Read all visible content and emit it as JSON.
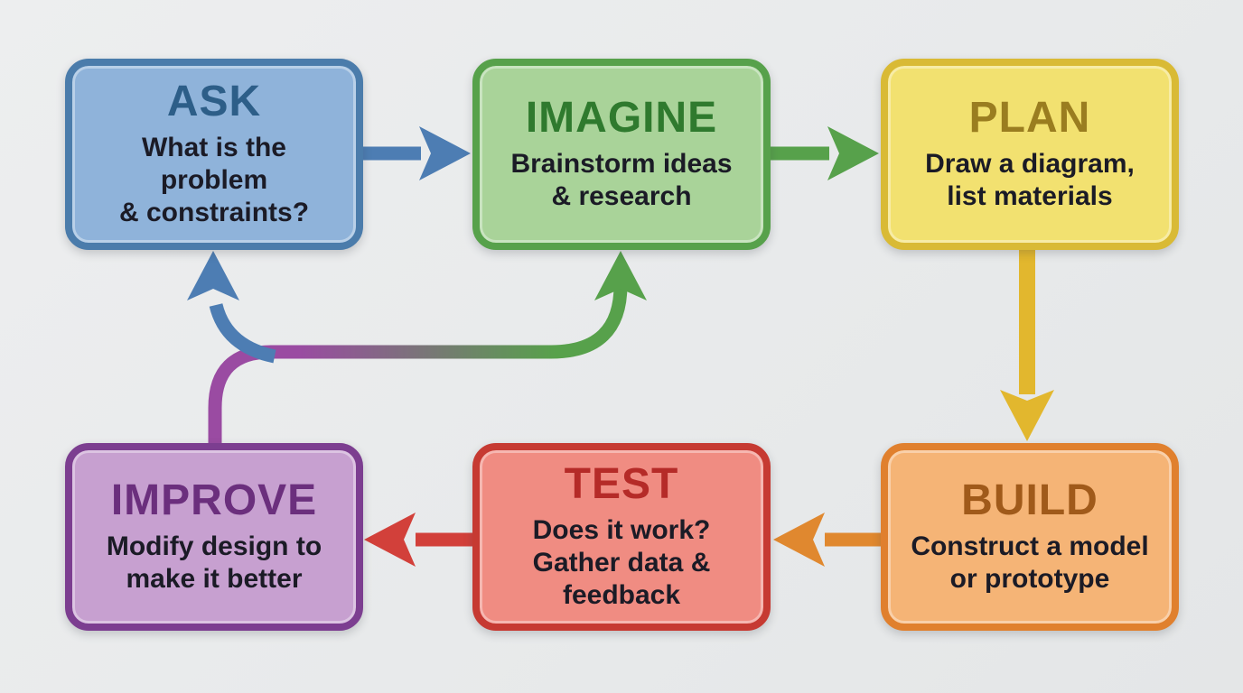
{
  "diagram": {
    "name": "Engineering design process flowchart",
    "background": "#e9ebec",
    "body_text_color": "#1b1b26"
  },
  "palette": {
    "blue": "#4d7db3",
    "green": "#57a14b",
    "yellow": "#e2b72e",
    "orange": "#e0882f",
    "red": "#d2403a",
    "purple": "#9a4ba2"
  },
  "boxes": [
    {
      "id": "ask",
      "title": "ASK",
      "body": "What is the problem\n& constraints?",
      "fill": "#8fb3da",
      "border": "#4b7cab",
      "title_color": "#2d5e88"
    },
    {
      "id": "imagine",
      "title": "IMAGINE",
      "body": "Brainstorm ideas\n& research",
      "fill": "#a9d399",
      "border": "#57a14b",
      "title_color": "#2f7a2e"
    },
    {
      "id": "plan",
      "title": "PLAN",
      "body": "Draw a diagram,\nlist materials",
      "fill": "#f2e170",
      "border": "#d9ba35",
      "title_color": "#9a7d20"
    },
    {
      "id": "improve",
      "title": "IMPROVE",
      "body": "Modify design to\nmake it better",
      "fill": "#c7a0d0",
      "border": "#7c3e90",
      "title_color": "#6b2f7d"
    },
    {
      "id": "test",
      "title": "TEST",
      "body": "Does it work?\nGather data &\nfeedback",
      "fill": "#f08c82",
      "border": "#c63a32",
      "title_color": "#b52b28"
    },
    {
      "id": "build",
      "title": "BUILD",
      "body": "Construct a model\nor prototype",
      "fill": "#f5b476",
      "border": "#e0802e",
      "title_color": "#a05a1a"
    }
  ],
  "arrows": {
    "ask_to_imagine": {
      "from": "ASK",
      "to": "IMAGINE",
      "color": "#4d7db3"
    },
    "imagine_to_plan": {
      "from": "IMAGINE",
      "to": "PLAN",
      "color": "#57a14b"
    },
    "plan_to_build": {
      "from": "PLAN",
      "to": "BUILD",
      "color": "#e2b72e"
    },
    "build_to_test": {
      "from": "BUILD",
      "to": "TEST",
      "color": "#e0882f"
    },
    "test_to_improve": {
      "from": "TEST",
      "to": "IMPROVE",
      "color": "#d2403a"
    },
    "improve_to_ask": {
      "from": "IMPROVE",
      "to": "ASK",
      "color": "#4d7db3"
    },
    "improve_to_imagine": {
      "from": "IMPROVE",
      "to": "IMAGINE",
      "color_start": "#9a4ba2",
      "color_end": "#57a14b"
    }
  }
}
